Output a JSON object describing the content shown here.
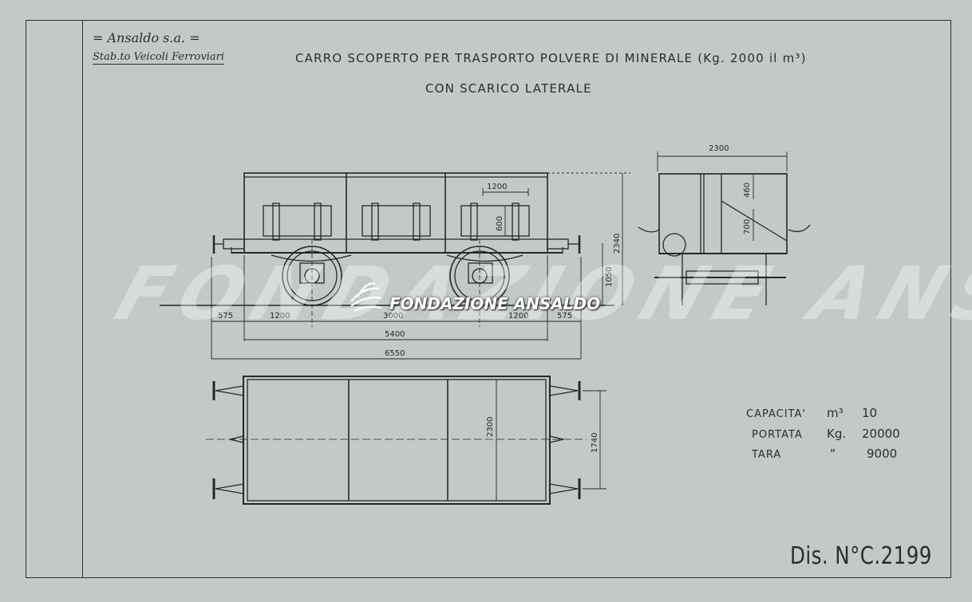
{
  "header": {
    "company": "= Ansaldo s.a. =",
    "division": "Stab.to Veicoli Ferroviari",
    "title_line1": "CARRO SCOPERTO PER TRASPORTO POLVERE DI MINERALE (Kg. 2000 il m³)",
    "title_line2": "CON SCARICO LATERALE"
  },
  "dimensions": {
    "side_view": {
      "end_overhang_left": "575",
      "box_segment_left": "1200",
      "wheelbase": "3000",
      "box_segment_right": "1200",
      "end_overhang_right": "575",
      "body_length": "5400",
      "buffer_length": "6550",
      "door_width": "1200",
      "door_height": "600",
      "overall_height": "2340",
      "buffer_height": "1050"
    },
    "end_view": {
      "width": "2300",
      "upper_height": "460",
      "lower_height": "700"
    },
    "plan_view": {
      "body_width": "2300",
      "buffer_spacing": "1740"
    }
  },
  "specs": [
    {
      "label": "CAPACITA'",
      "unit": "m³",
      "value": "10"
    },
    {
      "label": "PORTATA",
      "unit": "Kg.",
      "value": "20000"
    },
    {
      "label": "TARA",
      "unit": "\"",
      "value": "9000"
    }
  ],
  "drawing_number": "Dis. N°C.2199",
  "watermark": {
    "large_text": "FONDAZIONE ANSALDO",
    "small_text": "FONDAZIONE ANSALDO"
  },
  "colors": {
    "paper": "#c3cac6",
    "ink": "#2a2d30"
  }
}
